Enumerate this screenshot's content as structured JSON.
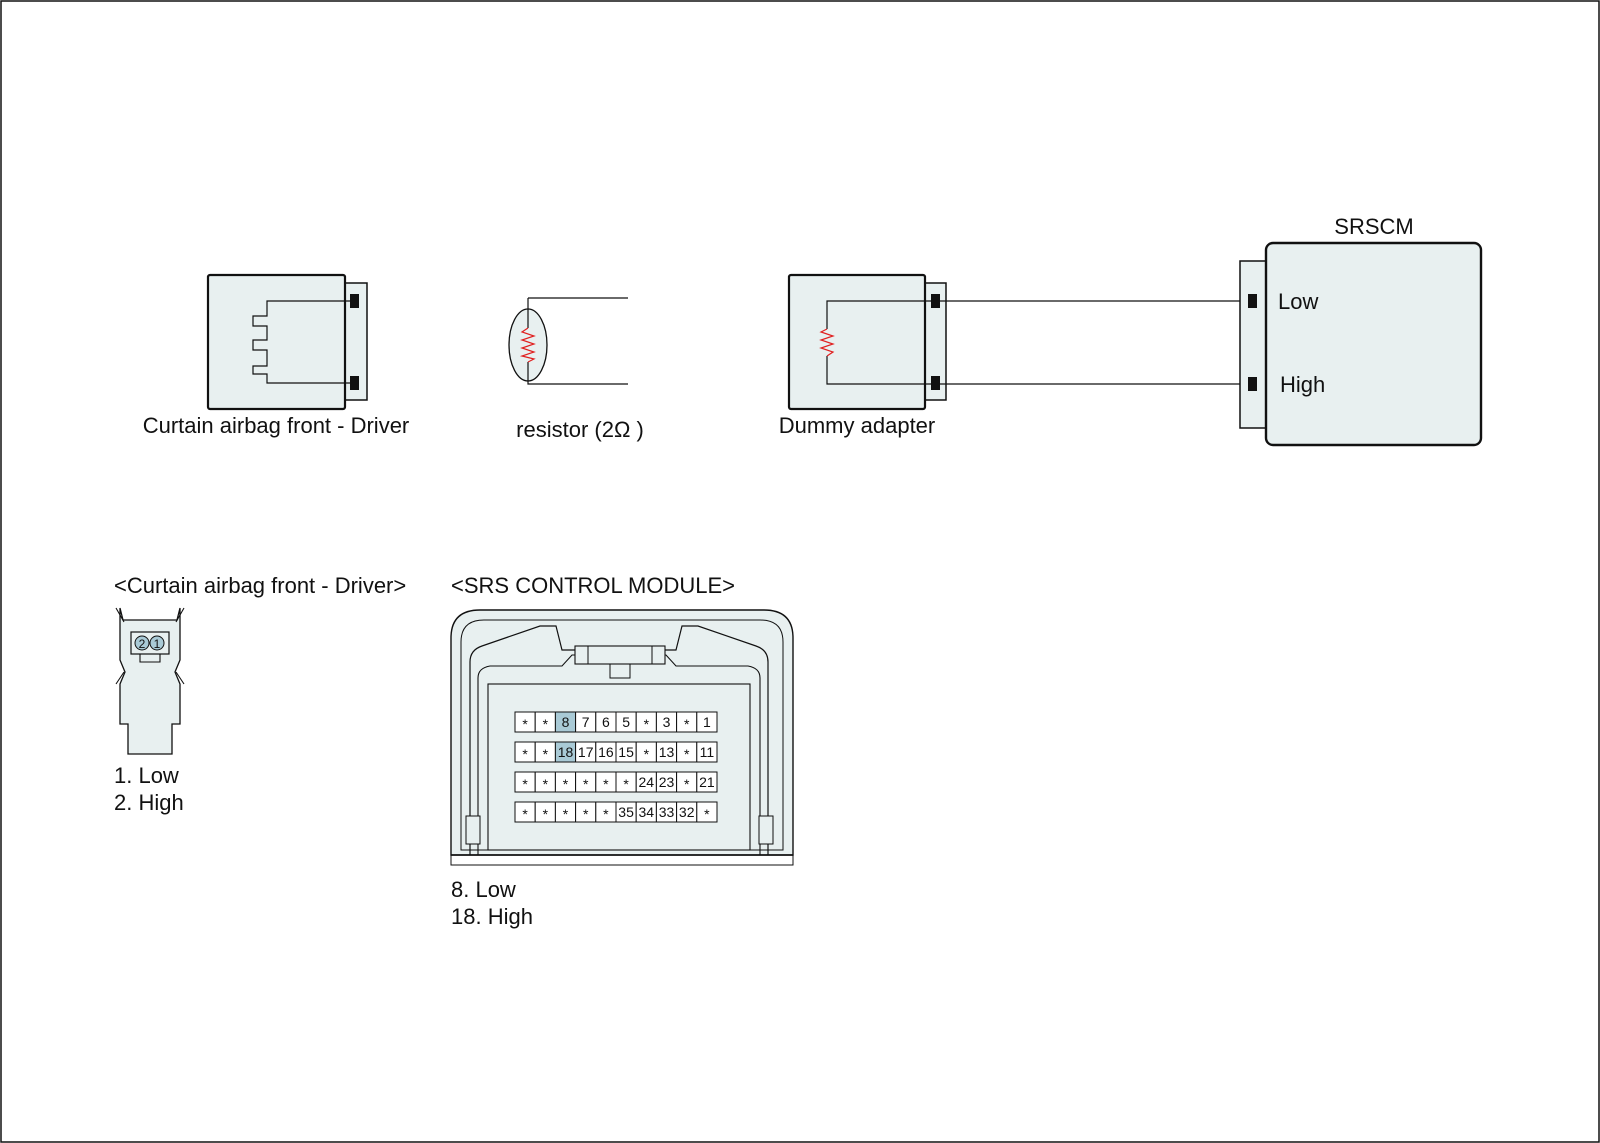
{
  "diagram": {
    "top": {
      "curtain_label": "Curtain airbag front - Driver",
      "resistor_label": "resistor (2Ω )",
      "dummy_label": "Dummy adapter",
      "srscm_label": "SRSCM",
      "srscm_low": "Low",
      "srscm_high": "High"
    },
    "curtain_connector": {
      "title": "<Curtain airbag front - Driver>",
      "pins": [
        "2",
        "1"
      ],
      "legend": [
        "1. Low",
        "2. High"
      ]
    },
    "srs_module": {
      "title": "<SRS CONTROL MODULE>",
      "rows": [
        [
          "*",
          "*",
          "8",
          "7",
          "6",
          "5",
          "*",
          "3",
          "*",
          "1"
        ],
        [
          "*",
          "*",
          "18",
          "17",
          "16",
          "15",
          "*",
          "13",
          "*",
          "11"
        ],
        [
          "*",
          "*",
          "*",
          "*",
          "*",
          "*",
          "24",
          "23",
          "*",
          "21"
        ],
        [
          "*",
          "*",
          "*",
          "*",
          "*",
          "35",
          "34",
          "33",
          "32",
          "*"
        ]
      ],
      "highlighted_pins": [
        "8",
        "18"
      ],
      "legend": [
        "8. Low",
        "18. High"
      ]
    },
    "colors": {
      "fill": "#e8f0f0",
      "highlight": "#a9cad6",
      "resistor": "#e02020",
      "line": "#111111"
    }
  }
}
